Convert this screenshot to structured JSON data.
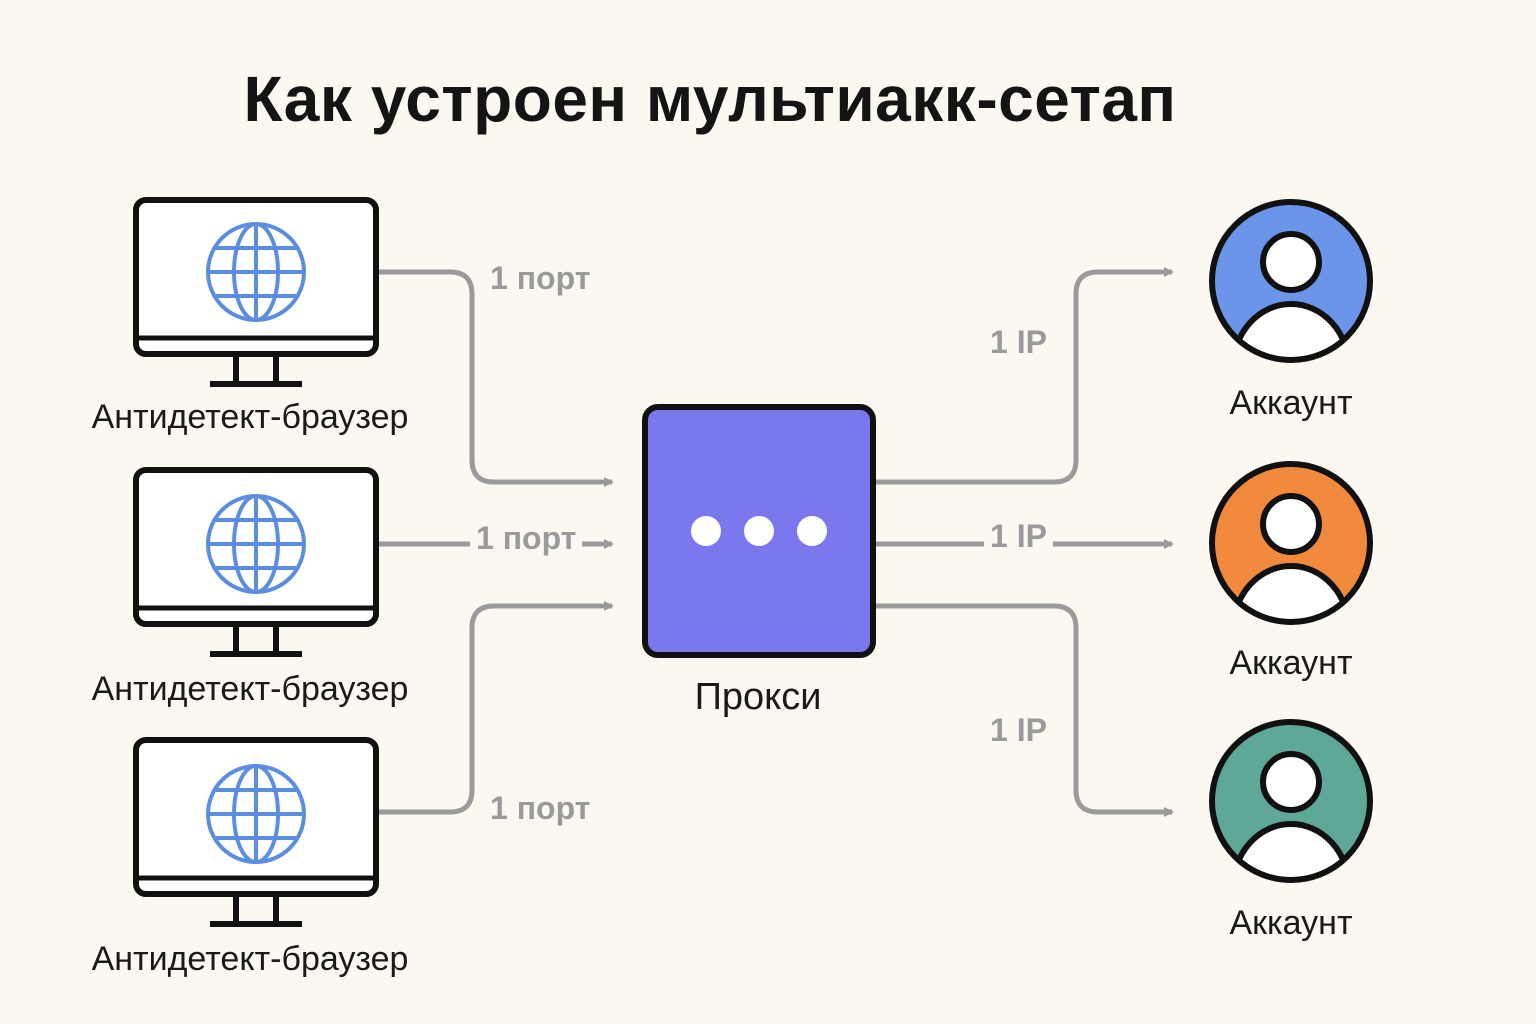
{
  "title": "Как устроен мультиакк-сетап",
  "browsers": [
    {
      "label": "Антидетект-браузер",
      "icon": "globe-icon"
    },
    {
      "label": "Антидетект-браузер",
      "icon": "globe-icon"
    },
    {
      "label": "Антидетект-браузер",
      "icon": "globe-icon"
    }
  ],
  "proxy": {
    "label": "Прокси",
    "icon": "ellipsis-icon",
    "color": "#7b78ee"
  },
  "accounts": [
    {
      "label": "Аккаунт",
      "icon": "user-icon",
      "color": "#6b95e8"
    },
    {
      "label": "Аккаунт",
      "icon": "user-icon",
      "color": "#f28a3d"
    },
    {
      "label": "Аккаунт",
      "icon": "user-icon",
      "color": "#5fa898"
    }
  ],
  "edges_in": [
    "1 порт",
    "1 порт",
    "1 порт"
  ],
  "edges_out": [
    "1 IP",
    "1 IP",
    "1 IP"
  ],
  "colors": {
    "connector": "#9a9a9a",
    "globe": "#5b8ee3",
    "outline": "#111111",
    "background": "#fbf8f2"
  }
}
